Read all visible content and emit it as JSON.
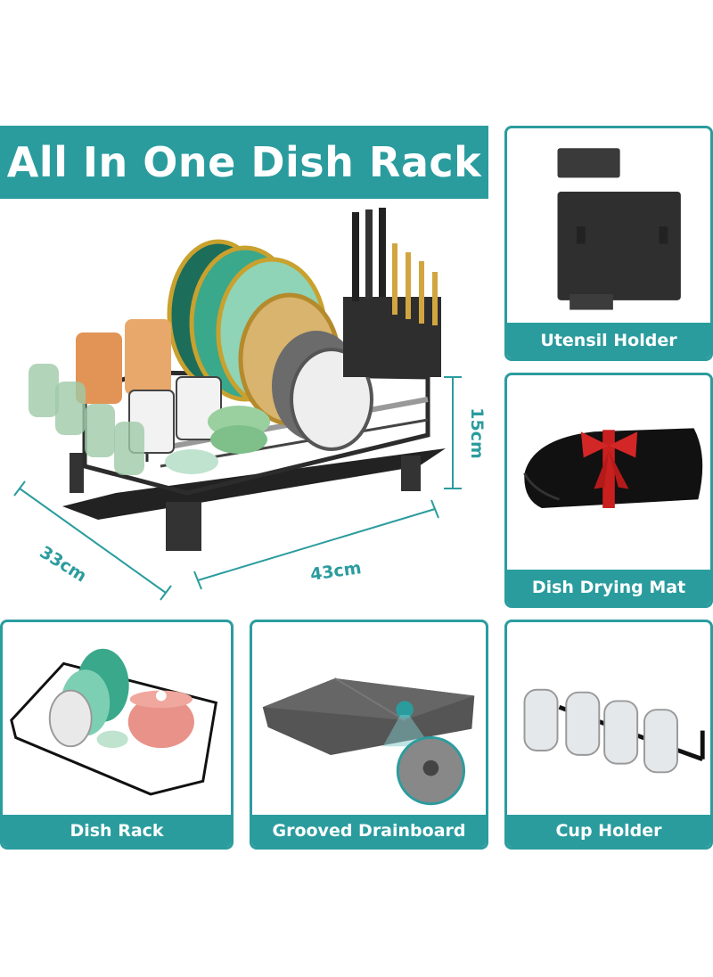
{
  "banner": {
    "title": "All In One Dish Rack",
    "color": "#2b9c9e"
  },
  "dimensions": {
    "depth": "33cm",
    "width": "43cm",
    "height": "15cm"
  },
  "panels": {
    "utensil_holder": {
      "label": "Utensil Holder"
    },
    "dish_drying_mat": {
      "label": "Dish Drying Mat"
    },
    "dish_rack": {
      "label": "Dish Rack"
    },
    "grooved_drainboard": {
      "label": "Grooved Drainboard"
    },
    "cup_holder": {
      "label": "Cup Holder"
    }
  }
}
